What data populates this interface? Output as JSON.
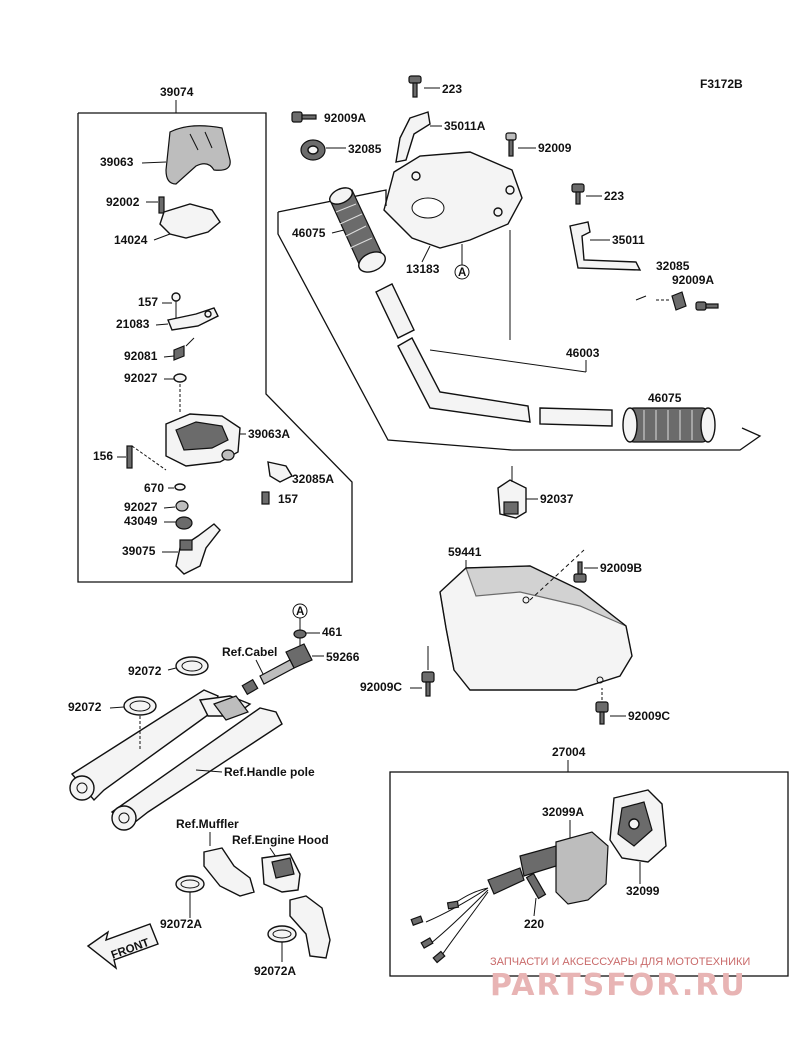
{
  "figure_code": "F3172B",
  "labels": {
    "p39074": "39074",
    "p39063": "39063",
    "p92002": "92002",
    "p14024": "14024",
    "p157a": "157",
    "p21083": "21083",
    "p92081": "92081",
    "p92027a": "92027",
    "p39063A": "39063A",
    "p156": "156",
    "p32085A": "32085A",
    "p670": "670",
    "p157b": "157",
    "p92027b": "92027",
    "p43049": "43049",
    "p39075": "39075",
    "p223a": "223",
    "p92009Aa": "92009A",
    "p35011Aa": "35011A",
    "p32085a": "32085",
    "p92009": "92009",
    "p46075a": "46075",
    "p13183": "13183",
    "pA1": "A",
    "p223b": "223",
    "p35011": "35011",
    "p32085b": "32085",
    "p92009Ab": "92009A",
    "p46003": "46003",
    "p46075b": "46075",
    "p92037": "92037",
    "p59441": "59441",
    "p92009Ba": "92009B",
    "p92009Ca": "92009C",
    "p92009Cb": "92009C",
    "pA2": "A",
    "p461": "461",
    "p59266": "59266",
    "refCabel": "Ref.Cabel",
    "p92072a": "92072",
    "p92072b": "92072",
    "refHandlePole": "Ref.Handle pole",
    "refMuffler": "Ref.Muffler",
    "refEngineHood": "Ref.Engine Hood",
    "p92072Aa": "92072A",
    "p92072Ab": "92072A",
    "front": "FRONT",
    "p27004": "27004",
    "p32099A": "32099A",
    "p32099": "32099",
    "p220": "220"
  },
  "watermark": {
    "tagline": "ЗАПЧАСТИ И АКСЕССУАРЫ ДЛЯ МОТОТЕХНИКИ",
    "site": "PARTSFOR.RU"
  }
}
